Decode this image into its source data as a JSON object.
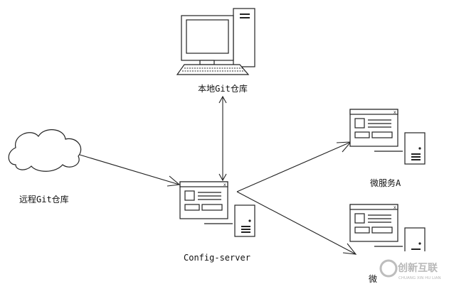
{
  "diagram": {
    "nodes": {
      "local_git": {
        "label": "本地Git仓库",
        "icon": "desktop-computer-icon"
      },
      "remote_git": {
        "label": "远程Git仓库",
        "icon": "cloud-icon"
      },
      "config_server": {
        "label": "Config-server",
        "icon": "server-window-icon"
      },
      "microservice_a": {
        "label": "微服务A",
        "icon": "server-window-icon"
      },
      "microservice_b": {
        "label": "微",
        "icon": "server-window-icon"
      }
    },
    "edges": [
      {
        "from": "remote_git",
        "to": "config_server",
        "arrow": "end"
      },
      {
        "from": "local_git",
        "to": "config_server",
        "arrow": "both"
      },
      {
        "from": "config_server",
        "to": "microservice_a",
        "arrow": "end"
      },
      {
        "from": "config_server",
        "to": "microservice_b",
        "arrow": "end"
      }
    ]
  },
  "watermark": {
    "text": "创新互联",
    "subtext": "CHUANG XIN HU LIAN",
    "icon": "brand-logo-icon"
  }
}
